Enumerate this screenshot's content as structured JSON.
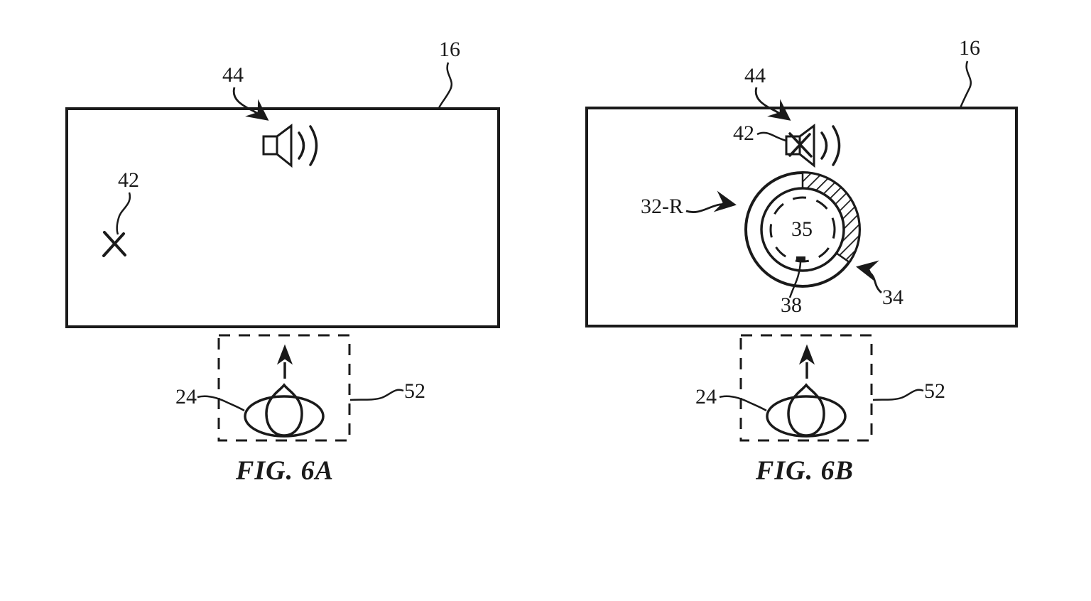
{
  "figures": [
    {
      "caption": "FIG. 6A",
      "labels": {
        "display": "16",
        "speaker_icon": "44",
        "sound_source": "42",
        "listener_head": "24",
        "listening_zone": "52"
      }
    },
    {
      "caption": "FIG. 6B",
      "labels": {
        "display": "16",
        "speaker_icon": "44",
        "muted_marker": "42",
        "ring": "32-R",
        "ring_center": "35",
        "ring_tick": "38",
        "ring_segment": "34",
        "listener_head": "24",
        "listening_zone": "52"
      }
    }
  ],
  "colors": {
    "ink": "#1a1a1a",
    "paper": "#ffffff"
  }
}
